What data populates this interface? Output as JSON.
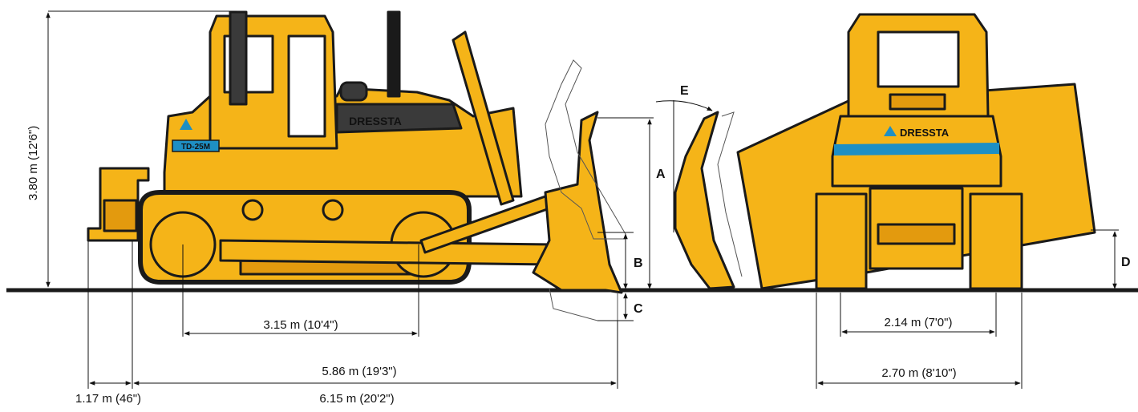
{
  "colors": {
    "body": "#F5B418",
    "body_dark": "#E39A0E",
    "outline": "#1A1A1A",
    "glass": "#FFFFFF",
    "stripe": "#1E8FC4",
    "panel": "#3A3A3A"
  },
  "logo": {
    "brand": "DRESSTA",
    "model": "TD-25M"
  },
  "dimensions": {
    "height": "3.80 m (12'6\")",
    "track_centers_length": "3.15 m (10'4\")",
    "length_no_ripper": "5.86 m (19'3\")",
    "overall_length": "6.15 m (20'2\")",
    "rear_overhang": "1.17 m (46\")",
    "track_gauge": "2.14 m (7'0\")",
    "overall_width": "2.70 m (8'10\")"
  },
  "blade_labels": {
    "a": "A",
    "b": "B",
    "c": "C",
    "d": "D",
    "e": "E"
  }
}
